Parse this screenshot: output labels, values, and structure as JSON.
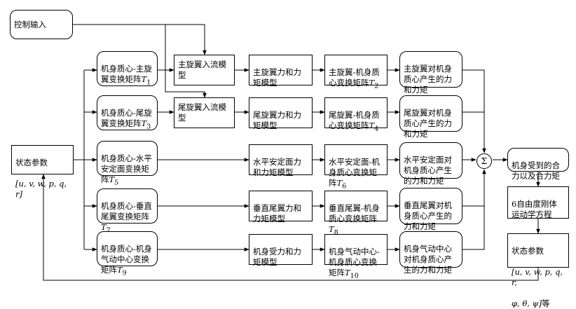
{
  "control_input": "控制输入",
  "state_input": {
    "label": "状态参数",
    "vars": "[u, v, w, p, q, r]"
  },
  "matrices_in": [
    {
      "text": "机身质心-主旋翼变换矩阵",
      "sym": "T",
      "sub": "1"
    },
    {
      "text": "机身质心-尾旋翼变换矩阵",
      "sym": "T",
      "sub": "3"
    },
    {
      "text": "机身质心-水平安定面变换矩阵",
      "sym": "T",
      "sub": "5"
    },
    {
      "text": "机身质心-垂直尾翼变换矩阵",
      "sym": "T",
      "sub": "7"
    },
    {
      "text": "机身质心-机身气动中心变换矩阵",
      "sym": "T",
      "sub": "9"
    }
  ],
  "inflow_models": [
    "主旋翼入流模型",
    "尾旋翼入流模型"
  ],
  "force_models": [
    "主旋翼力和力矩模型",
    "尾旋翼力和力矩模型",
    "水平安定面力和力矩模型",
    "垂直尾翼力和力矩模型",
    "机身受力和力矩模型"
  ],
  "matrices_out": [
    {
      "text": "主旋翼-机身质心变换矩阵",
      "sym": "T",
      "sub": "2"
    },
    {
      "text": "尾旋翼-机身质心变换矩阵",
      "sym": "T",
      "sub": "4"
    },
    {
      "text": "水平安定面-机身质心变换矩阵",
      "sym": "T",
      "sub": "6"
    },
    {
      "text": "垂直尾翼-机身质心变换矩阵",
      "sym": "T",
      "sub": "8"
    },
    {
      "text": "机身气动中心-机身质心变换矩阵",
      "sym": "T",
      "sub": "10"
    }
  ],
  "results": [
    "主旋翼对机身质心产生的力和力矩",
    "尾旋翼对机身质心产生的力和力矩",
    "水平安定面对机身质心产生的力和力矩",
    "垂直尾翼对机身质心产生的力和力矩",
    "机身气动中心对机身质心产生的力和力矩"
  ],
  "sum_symbol": "Σ",
  "total_force": "机身受到的合力以及合力矩",
  "rigid_body": "6自由度刚体运动学方程",
  "state_output": {
    "label": "状态参数",
    "vars1": "[u, v, w, p, q, r,",
    "vars2": "φ, θ, ψ]",
    "suffix": "等"
  }
}
